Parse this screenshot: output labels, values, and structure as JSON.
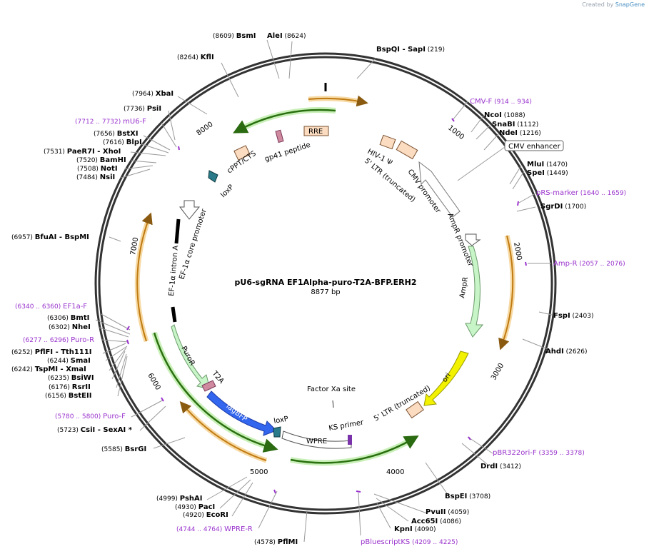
{
  "credit": {
    "prefix": "Created by",
    "brand": "SnapGene"
  },
  "plasmid": {
    "name": "pU6-sgRNA EF1Alpha-puro-T2A-BFP.ERH2",
    "length": "8877 bp"
  },
  "ticks": [
    "1000",
    "2000",
    "3000",
    "4000",
    "5000",
    "6000",
    "7000",
    "8000"
  ],
  "sites": [
    {
      "name": "BsmI",
      "coord": "(8609)",
      "kind": "enzyme",
      "side": "L",
      "sep": ""
    },
    {
      "name": "AleI",
      "coord": "(8624)",
      "kind": "enzyme",
      "side": "R",
      "sep": ""
    },
    {
      "name": "BspQI",
      "coord": "(219)",
      "kind": "enzyme",
      "side": "R",
      "sep": "",
      "extra": "SapI"
    },
    {
      "name": "KflI",
      "coord": "(8264)",
      "kind": "enzyme",
      "side": "L",
      "sep": ""
    },
    {
      "name": "XbaI",
      "coord": "(7964)",
      "kind": "enzyme",
      "side": "L",
      "sep": ""
    },
    {
      "name": "PsiI",
      "coord": "(7736)",
      "kind": "enzyme",
      "side": "L",
      "sep": ""
    },
    {
      "name": "mU6-F",
      "coord": "(7712 .. 7732)",
      "kind": "primer",
      "side": "L",
      "sep": ""
    },
    {
      "name": "BstXI",
      "coord": "(7656)",
      "kind": "enzyme",
      "side": "L",
      "sep": ""
    },
    {
      "name": "BlpI",
      "coord": "(7616)",
      "kind": "enzyme",
      "side": "L",
      "sep": ""
    },
    {
      "name": "PaeR7I",
      "coord": "(7531)",
      "kind": "enzyme",
      "side": "L",
      "sep": "",
      "extra": "XhoI"
    },
    {
      "name": "BamHI",
      "coord": "(7520)",
      "kind": "enzyme",
      "side": "L",
      "sep": ""
    },
    {
      "name": "NotI",
      "coord": "(7508)",
      "kind": "enzyme",
      "side": "L",
      "sep": ""
    },
    {
      "name": "NsiI",
      "coord": "(7484)",
      "kind": "enzyme",
      "side": "L",
      "sep": ""
    },
    {
      "name": "BfuAI",
      "coord": "(6957)",
      "kind": "enzyme",
      "side": "L",
      "sep": "",
      "extra": "BspMI"
    },
    {
      "name": "EF1a-F",
      "coord": "(6340 .. 6360)",
      "kind": "primer",
      "side": "L",
      "sep": ""
    },
    {
      "name": "BmtI",
      "coord": "(6306)",
      "kind": "enzyme",
      "side": "L",
      "sep": ""
    },
    {
      "name": "NheI",
      "coord": "(6302)",
      "kind": "enzyme",
      "side": "L",
      "sep": ""
    },
    {
      "name": "Puro-R",
      "coord": "(6277 .. 6296)",
      "kind": "primer",
      "side": "L",
      "sep": ""
    },
    {
      "name": "PflFI",
      "coord": "(6252)",
      "kind": "enzyme",
      "side": "L",
      "sep": "",
      "extra": "Tth111I"
    },
    {
      "name": "SmaI",
      "coord": "(6244)",
      "kind": "enzyme",
      "side": "L",
      "sep": ""
    },
    {
      "name": "TspMI",
      "coord": "(6242)",
      "kind": "enzyme",
      "side": "L",
      "sep": "",
      "extra": "XmaI"
    },
    {
      "name": "BsiWI",
      "coord": "(6235)",
      "kind": "enzyme",
      "side": "L",
      "sep": ""
    },
    {
      "name": "RsrII",
      "coord": "(6176)",
      "kind": "enzyme",
      "side": "L",
      "sep": ""
    },
    {
      "name": "BstEII",
      "coord": "(6156)",
      "kind": "enzyme",
      "side": "L",
      "sep": ""
    },
    {
      "name": "Puro-F",
      "coord": "(5780 .. 5800)",
      "kind": "primer",
      "side": "L",
      "sep": ""
    },
    {
      "name": "CsiI",
      "coord": "(5723)",
      "kind": "enzyme",
      "side": "L",
      "sep": "",
      "extra": "SexAI *"
    },
    {
      "name": "BsrGI",
      "coord": "(5585)",
      "kind": "enzyme",
      "side": "L",
      "sep": ""
    },
    {
      "name": "PshAI",
      "coord": "(4999)",
      "kind": "enzyme",
      "side": "L",
      "sep": ""
    },
    {
      "name": "PacI",
      "coord": "(4930)",
      "kind": "enzyme",
      "side": "L",
      "sep": ""
    },
    {
      "name": "EcoRI",
      "coord": "(4920)",
      "kind": "enzyme",
      "side": "L",
      "sep": ""
    },
    {
      "name": "WPRE-R",
      "coord": "(4744 .. 4764)",
      "kind": "primer",
      "side": "L",
      "sep": ""
    },
    {
      "name": "PflMI",
      "coord": "(4578)",
      "kind": "enzyme",
      "side": "L",
      "sep": ""
    },
    {
      "name": "pBluescriptKS",
      "coord": "(4209 .. 4225)",
      "kind": "primer",
      "side": "R",
      "sep": ""
    },
    {
      "name": "KpnI",
      "coord": "(4090)",
      "kind": "enzyme",
      "side": "R",
      "sep": ""
    },
    {
      "name": "Acc65I",
      "coord": "(4086)",
      "kind": "enzyme",
      "side": "R",
      "sep": ""
    },
    {
      "name": "PvuII",
      "coord": "(4059)",
      "kind": "enzyme",
      "side": "R",
      "sep": ""
    },
    {
      "name": "BspEI",
      "coord": "(3708)",
      "kind": "enzyme",
      "side": "R",
      "sep": ""
    },
    {
      "name": "DrdI",
      "coord": "(3412)",
      "kind": "enzyme",
      "side": "R",
      "sep": ""
    },
    {
      "name": "pBR322ori-F",
      "coord": "(3359 .. 3378)",
      "kind": "primer",
      "side": "R",
      "sep": ""
    },
    {
      "name": "AhdI",
      "coord": "(2626)",
      "kind": "enzyme",
      "side": "R",
      "sep": ""
    },
    {
      "name": "FspI",
      "coord": "(2403)",
      "kind": "enzyme",
      "side": "R",
      "sep": ""
    },
    {
      "name": "Amp-R",
      "coord": "(2057 .. 2076)",
      "kind": "primer",
      "side": "R",
      "sep": ""
    },
    {
      "name": "SgrDI",
      "coord": "(1700)",
      "kind": "enzyme",
      "side": "R",
      "sep": ""
    },
    {
      "name": "pRS-marker",
      "coord": "(1640 .. 1659)",
      "kind": "primer",
      "side": "R",
      "sep": ""
    },
    {
      "name": "MluI",
      "coord": "(1470)",
      "kind": "enzyme",
      "side": "R",
      "sep": ""
    },
    {
      "name": "SpeI",
      "coord": "(1449)",
      "kind": "enzyme",
      "side": "R",
      "sep": ""
    },
    {
      "name": "NdeI",
      "coord": "(1216)",
      "kind": "enzyme",
      "side": "R",
      "sep": ""
    },
    {
      "name": "SnaBI",
      "coord": "(1112)",
      "kind": "enzyme",
      "side": "R",
      "sep": ""
    },
    {
      "name": "NcoI",
      "coord": "(1088)",
      "kind": "enzyme",
      "side": "R",
      "sep": ""
    },
    {
      "name": "CMV-F",
      "coord": "(914 .. 934)",
      "kind": "primer",
      "side": "R",
      "sep": ""
    }
  ],
  "boxed_feature": "CMV enhancer",
  "features": [
    "RRE",
    "gp41 peptide",
    "cPPT/CTS",
    "loxP",
    "EF-1α core promoter",
    "EF-1α intron A",
    "PuroR",
    "T2A",
    "TagBFP",
    "loxP",
    "WPRE",
    "KS primer",
    "Factor Xa site",
    "5' LTR (truncated)",
    "ori",
    "AmpR",
    "AmpR promoter",
    "CMV promoter",
    "HIV-1 Ψ",
    "5' LTR (truncated)"
  ],
  "colors": {
    "primer": "#9933cc",
    "enzyme": "#000000",
    "coord": "#000000",
    "orange_arrow": "#e8a33a",
    "green_arrow": "#3a8a1f",
    "ampr": "#c8f5c8",
    "ori": "#f2f200",
    "tagbfp": "#3366ee",
    "ltr": "#fbdcc0"
  }
}
